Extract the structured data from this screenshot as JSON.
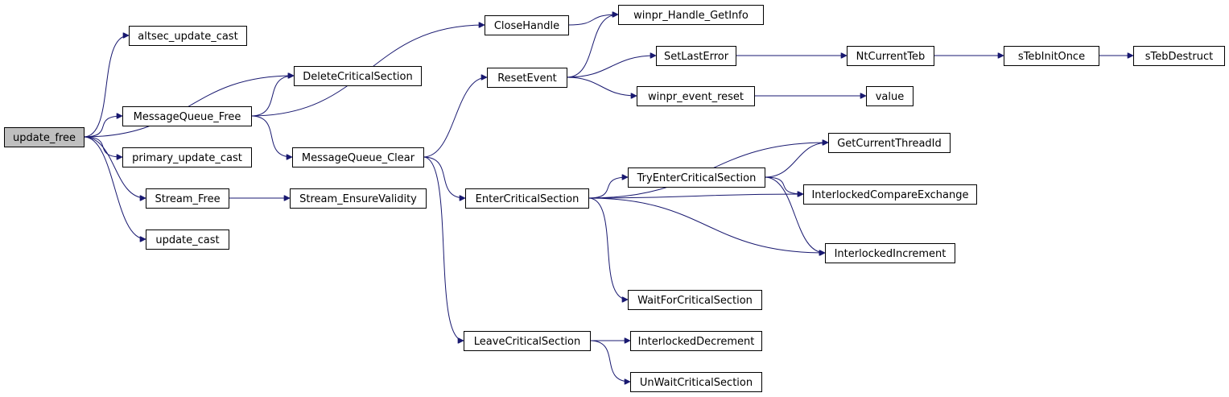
{
  "nodes": [
    {
      "id": "update_free",
      "label": "update_free",
      "highlight": true
    },
    {
      "id": "altsec_update_cast",
      "label": "altsec_update_cast"
    },
    {
      "id": "DeleteCriticalSection",
      "label": "DeleteCriticalSection"
    },
    {
      "id": "MessageQueue_Free",
      "label": "MessageQueue_Free"
    },
    {
      "id": "primary_update_cast",
      "label": "primary_update_cast"
    },
    {
      "id": "Stream_Free",
      "label": "Stream_Free"
    },
    {
      "id": "update_cast",
      "label": "update_cast"
    },
    {
      "id": "MessageQueue_Clear",
      "label": "MessageQueue_Clear"
    },
    {
      "id": "Stream_EnsureValidity",
      "label": "Stream_EnsureValidity"
    },
    {
      "id": "CloseHandle",
      "label": "CloseHandle"
    },
    {
      "id": "ResetEvent",
      "label": "ResetEvent"
    },
    {
      "id": "EnterCriticalSection",
      "label": "EnterCriticalSection"
    },
    {
      "id": "LeaveCriticalSection",
      "label": "LeaveCriticalSection"
    },
    {
      "id": "winpr_Handle_GetInfo",
      "label": "winpr_Handle_GetInfo"
    },
    {
      "id": "SetLastError",
      "label": "SetLastError"
    },
    {
      "id": "winpr_event_reset",
      "label": "winpr_event_reset"
    },
    {
      "id": "TryEnterCriticalSection",
      "label": "TryEnterCriticalSection"
    },
    {
      "id": "WaitForCriticalSection",
      "label": "WaitForCriticalSection"
    },
    {
      "id": "InterlockedDecrement",
      "label": "InterlockedDecrement"
    },
    {
      "id": "UnWaitCriticalSection",
      "label": "UnWaitCriticalSection"
    },
    {
      "id": "NtCurrentTeb",
      "label": "NtCurrentTeb"
    },
    {
      "id": "value",
      "label": "value"
    },
    {
      "id": "GetCurrentThreadId",
      "label": "GetCurrentThreadId"
    },
    {
      "id": "InterlockedCompareExchange",
      "label": "InterlockedCompareExchange"
    },
    {
      "id": "InterlockedIncrement",
      "label": "InterlockedIncrement"
    },
    {
      "id": "sTebInitOnce",
      "label": "sTebInitOnce"
    },
    {
      "id": "sTebDestruct",
      "label": "sTebDestruct"
    }
  ],
  "edges": [
    {
      "from": "update_free",
      "to": "altsec_update_cast"
    },
    {
      "from": "update_free",
      "to": "DeleteCriticalSection"
    },
    {
      "from": "update_free",
      "to": "MessageQueue_Free"
    },
    {
      "from": "update_free",
      "to": "primary_update_cast"
    },
    {
      "from": "update_free",
      "to": "Stream_Free"
    },
    {
      "from": "update_free",
      "to": "update_cast"
    },
    {
      "from": "MessageQueue_Free",
      "to": "DeleteCriticalSection"
    },
    {
      "from": "MessageQueue_Free",
      "to": "CloseHandle"
    },
    {
      "from": "MessageQueue_Free",
      "to": "MessageQueue_Clear"
    },
    {
      "from": "Stream_Free",
      "to": "Stream_EnsureValidity"
    },
    {
      "from": "MessageQueue_Clear",
      "to": "ResetEvent"
    },
    {
      "from": "MessageQueue_Clear",
      "to": "EnterCriticalSection"
    },
    {
      "from": "MessageQueue_Clear",
      "to": "LeaveCriticalSection"
    },
    {
      "from": "CloseHandle",
      "to": "winpr_Handle_GetInfo"
    },
    {
      "from": "ResetEvent",
      "to": "winpr_Handle_GetInfo"
    },
    {
      "from": "ResetEvent",
      "to": "SetLastError"
    },
    {
      "from": "ResetEvent",
      "to": "winpr_event_reset"
    },
    {
      "from": "SetLastError",
      "to": "NtCurrentTeb"
    },
    {
      "from": "NtCurrentTeb",
      "to": "sTebInitOnce"
    },
    {
      "from": "sTebInitOnce",
      "to": "sTebDestruct"
    },
    {
      "from": "winpr_event_reset",
      "to": "value"
    },
    {
      "from": "EnterCriticalSection",
      "to": "GetCurrentThreadId"
    },
    {
      "from": "EnterCriticalSection",
      "to": "TryEnterCriticalSection"
    },
    {
      "from": "EnterCriticalSection",
      "to": "InterlockedCompareExchange"
    },
    {
      "from": "EnterCriticalSection",
      "to": "InterlockedIncrement"
    },
    {
      "from": "EnterCriticalSection",
      "to": "WaitForCriticalSection"
    },
    {
      "from": "TryEnterCriticalSection",
      "to": "GetCurrentThreadId"
    },
    {
      "from": "TryEnterCriticalSection",
      "to": "InterlockedCompareExchange"
    },
    {
      "from": "TryEnterCriticalSection",
      "to": "InterlockedIncrement"
    },
    {
      "from": "LeaveCriticalSection",
      "to": "InterlockedDecrement"
    },
    {
      "from": "LeaveCriticalSection",
      "to": "UnWaitCriticalSection"
    }
  ],
  "colors": {
    "edge": "#191970",
    "node_border": "#000000",
    "node_fill": "#ffffff",
    "highlight_fill": "#bfbfbf"
  }
}
